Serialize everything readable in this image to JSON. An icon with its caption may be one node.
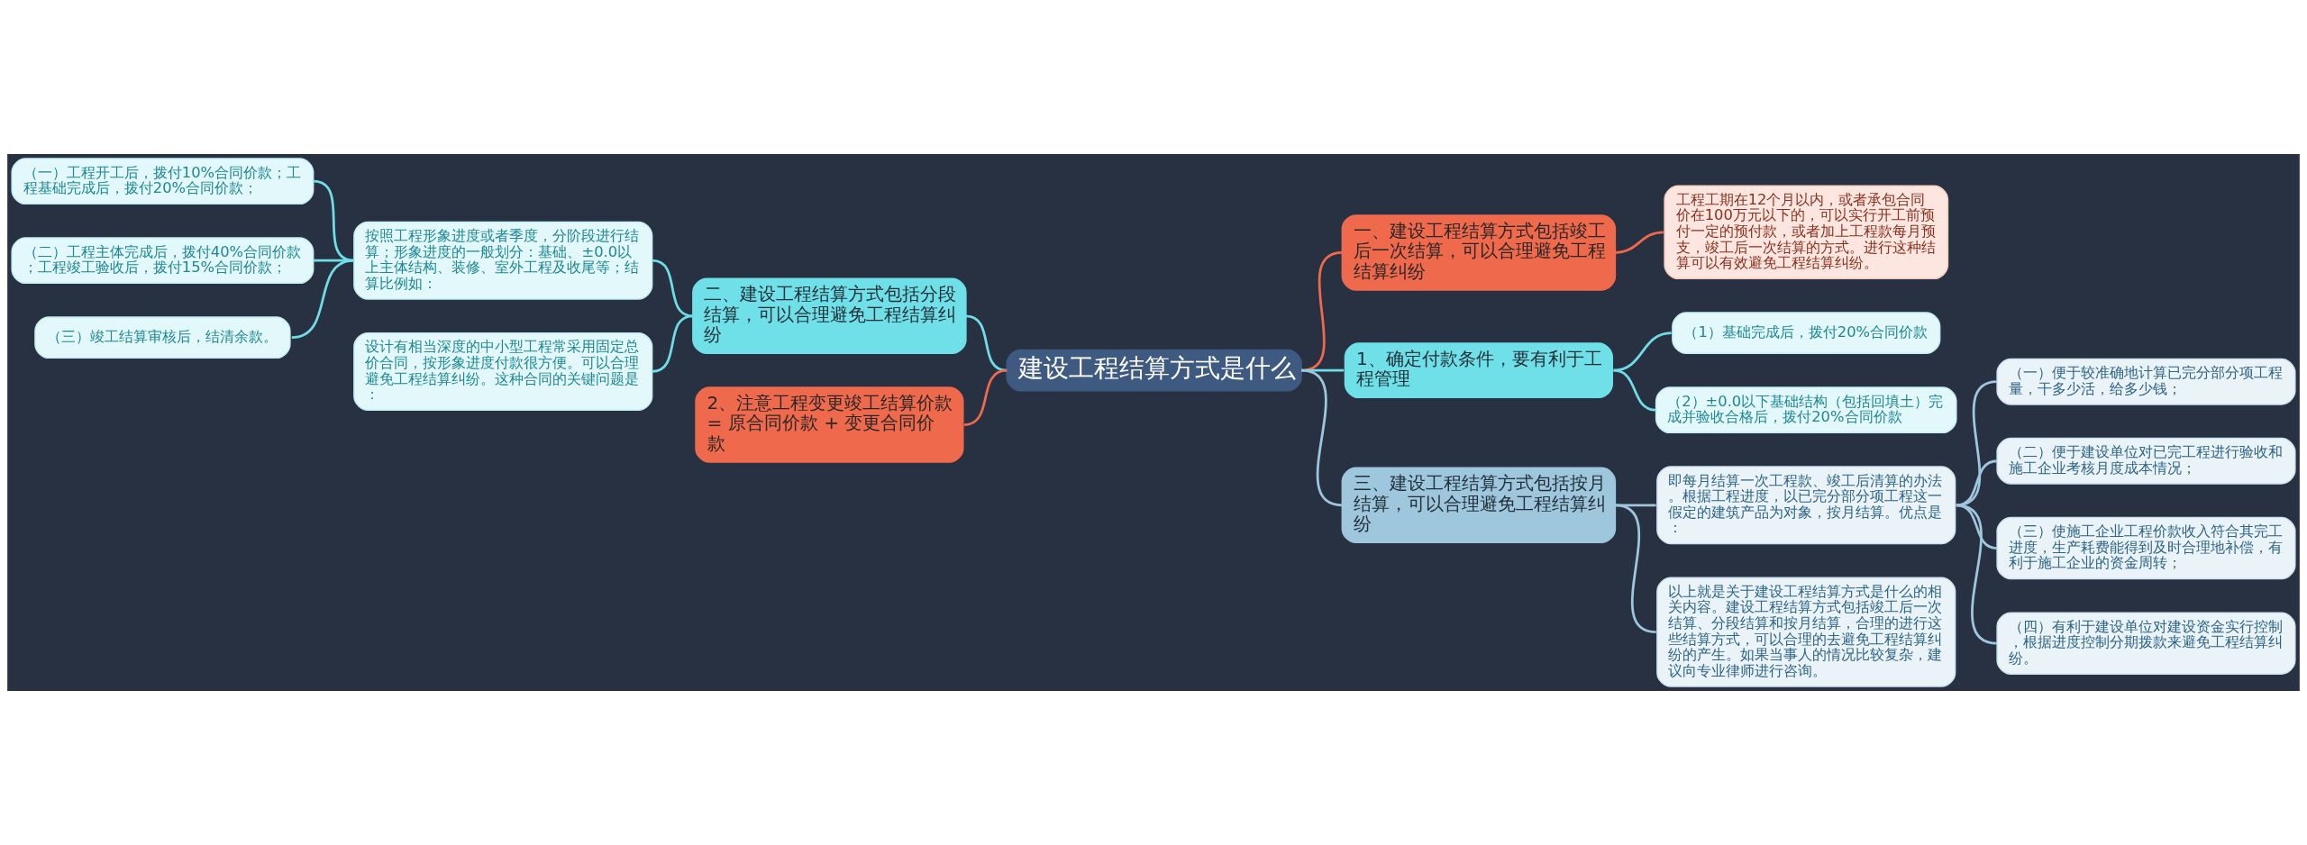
{
  "diagram": {
    "nodes": [
      {
        "text": [
          "建设工程结算方式是什么"
        ]
      },
      {
        "text": [
          "一、建设工程结算方式包括竣工后一次结算，可以合理避免工程结算纠纷"
        ]
      },
      {
        "text": [
          "工程工期在12个月以内，或者承包合同价在100万元以下的，可以实行开工前预付一定的预付款，或者加上工程款每月预支，竣工后一次结算的方式。进行这种结算可以有效避免工程结算纠纷。"
        ]
      },
      {
        "text": [
          "1、确定付款条件，要有利于工程管理"
        ]
      },
      {
        "text": [
          "（1）基础完成后，拨付20%合同价款"
        ]
      },
      {
        "text": [
          "（2）±0.0以下基础结构（包括回填土）完成并验收合格后，拨付20%合同价款"
        ]
      },
      {
        "text": [
          "三、建设工程结算方式包括按月结算，可以合理避免工程结算纠纷"
        ]
      },
      {
        "text": [
          "即每月结算一次工程款、竣工后清算的办法。根据工程进度，以已完分部分项工程这一假定的建筑产品为对象，按月结算。优点是："
        ]
      },
      {
        "text": [
          "（一）便于较准确地计算已完分部分项工程量，干多少活，给多少钱；"
        ]
      },
      {
        "text": [
          "（二）便于建设单位对已完工程进行验收和施工企业考核月度成本情况；"
        ]
      },
      {
        "text": [
          "（三）使施工企业工程价款收入符合其完工进度，生产耗费能得到及时合理地补偿，有利于施工企业的资金周转；"
        ]
      },
      {
        "text": [
          "（四）有利于建设单位对建设资金实行控制，根据进度控制分期拨款来避免工程结算纠纷。"
        ]
      },
      {
        "text": [
          "以上就是关于建设工程结算方式是什么的相关内容。建设工程结算方式包括竣工后一次结算、分段结算和按月结算，合理的进行这些结算方式，可以合理的去避免工程结算纠纷的产生。如果当事人的情况比较复杂，建议向专业律师进行咨询。"
        ]
      },
      {
        "text": [
          "二、建设工程结算方式包括分段结算，可以合理避免工程结算纠纷"
        ]
      },
      {
        "text": [
          "按照工程形象进度或者季度，分阶段进行结算；形象进度的一般划分：基础、±0.0以上主体结构、装修、室外工程及收尾等；结算比例如："
        ]
      },
      {
        "text": [
          "（一）工程开工后，拨付10%合同价款；工程基础完成后，拨付20%合同价款；"
        ]
      },
      {
        "text": [
          "（二）工程主体完成后，拨付40%合同价款；工程竣工验收后，拨付15%合同价款；"
        ]
      },
      {
        "text": [
          "（三）竣工结算审核后，结清余款。"
        ]
      },
      {
        "text": [
          "设计有相当深度的中小型工程常采用固定总价合同，按形象进度付款很方便。可以合理避免工程结算纠纷。这种合同的关键问题是："
        ]
      },
      {
        "text": [
          "2、注意工程变更竣工结算价款 = 原合同价款 + 变更合同价款"
        ]
      }
    ],
    "edges": [
      {
        "from": 0,
        "to": 1,
        "arrow": "none",
        "color": "#ef6a4c"
      },
      {
        "from": 1,
        "to": 2,
        "arrow": "none",
        "color": "#ef6a4c"
      },
      {
        "from": 0,
        "to": 3,
        "arrow": "none"
      },
      {
        "from": 3,
        "to": 4,
        "arrow": "none"
      },
      {
        "from": 3,
        "to": 5,
        "arrow": "none"
      },
      {
        "from": 0,
        "to": 6,
        "arrow": "none",
        "color": "#9ec6dc"
      },
      {
        "from": 6,
        "to": 7,
        "arrow": "none",
        "color": "#9ec6dc"
      },
      {
        "from": 7,
        "to": 8,
        "arrow": "none",
        "color": "#9ec6dc"
      },
      {
        "from": 7,
        "to": 9,
        "arrow": "none",
        "color": "#9ec6dc"
      },
      {
        "from": 7,
        "to": 10,
        "arrow": "none",
        "color": "#9ec6dc"
      },
      {
        "from": 7,
        "to": 11,
        "arrow": "none",
        "color": "#9ec6dc"
      },
      {
        "from": 6,
        "to": 12,
        "arrow": "none",
        "color": "#9ec6dc"
      },
      {
        "from": 13,
        "to": 0,
        "arrow": "none"
      },
      {
        "from": 14,
        "to": 13,
        "arrow": "none"
      },
      {
        "from": 15,
        "to": 14,
        "arrow": "none"
      },
      {
        "from": 16,
        "to": 14,
        "arrow": "none"
      },
      {
        "from": 17,
        "to": 14,
        "arrow": "none"
      },
      {
        "from": 18,
        "to": 13,
        "arrow": "none"
      },
      {
        "from": 19,
        "to": 0,
        "arrow": "none",
        "color": "#ef6a4c"
      }
    ]
  }
}
